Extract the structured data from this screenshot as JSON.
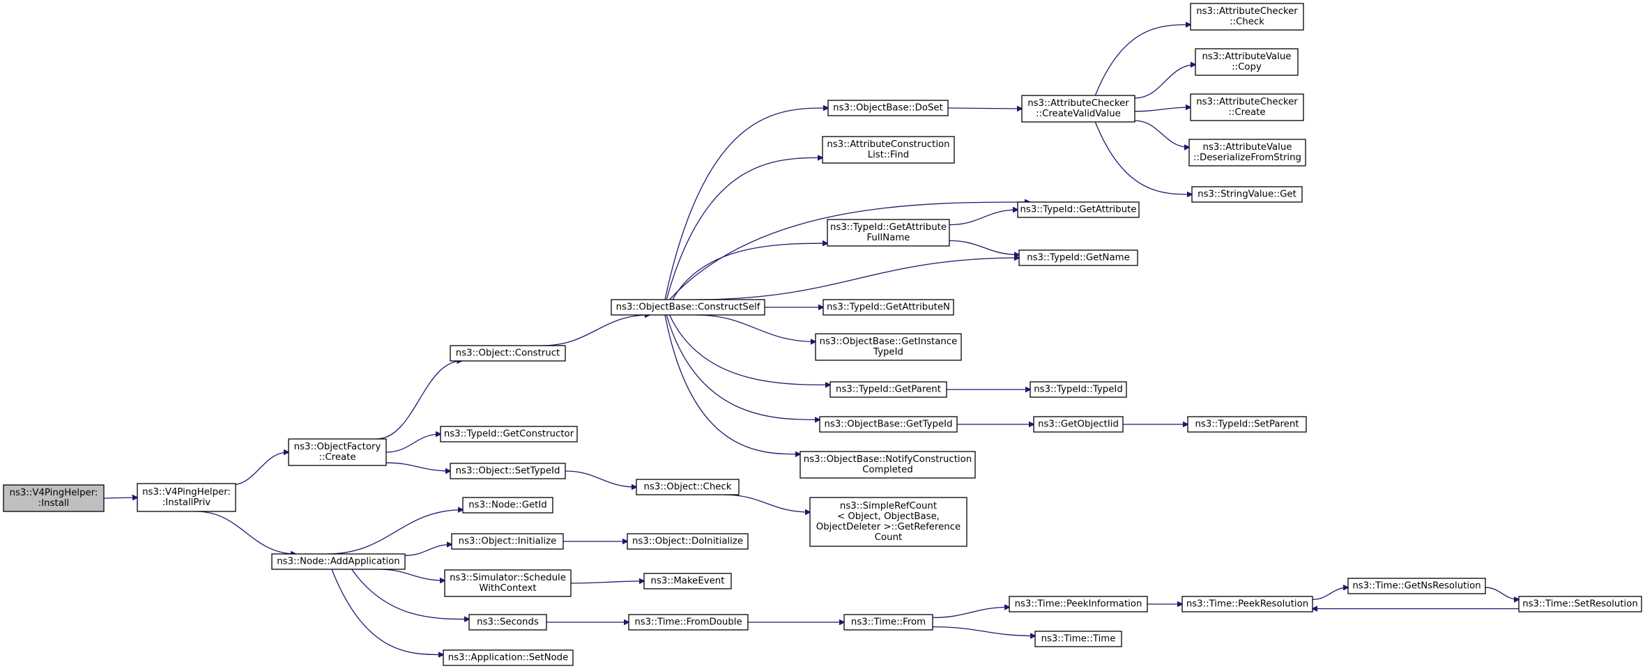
{
  "colors": {
    "edge": "#191970",
    "root_fill": "#bfbfbf",
    "node_fill": "#ffffff",
    "node_border": "#000000"
  },
  "nodes": [
    {
      "id": "v4ping_install",
      "lines": [
        "ns3::V4PingHelper:",
        ":Install"
      ],
      "root": true
    },
    {
      "id": "installpriv",
      "lines": [
        "ns3::V4PingHelper:",
        ":InstallPriv"
      ]
    },
    {
      "id": "objfactory_create",
      "lines": [
        "ns3::ObjectFactory",
        "::Create"
      ]
    },
    {
      "id": "node_addapp",
      "lines": [
        "ns3::Node::AddApplication"
      ]
    },
    {
      "id": "object_construct",
      "lines": [
        "ns3::Object::Construct"
      ]
    },
    {
      "id": "typeid_getconstructor",
      "lines": [
        "ns3::TypeId::GetConstructor"
      ]
    },
    {
      "id": "object_settypeid",
      "lines": [
        "ns3::Object::SetTypeId"
      ]
    },
    {
      "id": "node_getid",
      "lines": [
        "ns3::Node::GetId"
      ]
    },
    {
      "id": "object_initialize",
      "lines": [
        "ns3::Object::Initialize"
      ]
    },
    {
      "id": "sim_schedule",
      "lines": [
        "ns3::Simulator::Schedule",
        "WithContext"
      ]
    },
    {
      "id": "seconds",
      "lines": [
        "ns3::Seconds"
      ]
    },
    {
      "id": "app_setnode",
      "lines": [
        "ns3::Application::SetNode"
      ]
    },
    {
      "id": "constructself",
      "lines": [
        "ns3::ObjectBase::ConstructSelf"
      ]
    },
    {
      "id": "object_check",
      "lines": [
        "ns3::Object::Check"
      ]
    },
    {
      "id": "object_doinit",
      "lines": [
        "ns3::Object::DoInitialize"
      ]
    },
    {
      "id": "makeevent",
      "lines": [
        "ns3::MakeEvent"
      ]
    },
    {
      "id": "time_fromdouble",
      "lines": [
        "ns3::Time::FromDouble"
      ]
    },
    {
      "id": "objbase_doset",
      "lines": [
        "ns3::ObjectBase::DoSet"
      ]
    },
    {
      "id": "attrconst_find",
      "lines": [
        "ns3::AttributeConstruction",
        "List::Find"
      ]
    },
    {
      "id": "typeid_getattrfullname",
      "lines": [
        "ns3::TypeId::GetAttribute",
        "FullName"
      ]
    },
    {
      "id": "typeid_getattrn",
      "lines": [
        "ns3::TypeId::GetAttributeN"
      ]
    },
    {
      "id": "objbase_getinstance",
      "lines": [
        "ns3::ObjectBase::GetInstance",
        "TypeId"
      ]
    },
    {
      "id": "typeid_getparent",
      "lines": [
        "ns3::TypeId::GetParent"
      ]
    },
    {
      "id": "objbase_gettypeid",
      "lines": [
        "ns3::ObjectBase::GetTypeId"
      ]
    },
    {
      "id": "objbase_notify",
      "lines": [
        "ns3::ObjectBase::NotifyConstruction",
        "Completed"
      ]
    },
    {
      "id": "simplerefcount",
      "lines": [
        "ns3::SimpleRefCount",
        "< Object, ObjectBase,",
        " ObjectDeleter >::GetReference",
        "Count"
      ]
    },
    {
      "id": "time_from",
      "lines": [
        "ns3::Time::From"
      ]
    },
    {
      "id": "attrchecker_createvalid",
      "lines": [
        "ns3::AttributeChecker",
        "::CreateValidValue"
      ]
    },
    {
      "id": "typeid_getattribute",
      "lines": [
        "ns3::TypeId::GetAttribute"
      ]
    },
    {
      "id": "typeid_getname",
      "lines": [
        "ns3::TypeId::GetName"
      ]
    },
    {
      "id": "typeid_typeid",
      "lines": [
        "ns3::TypeId::TypeId"
      ]
    },
    {
      "id": "getobjectiid",
      "lines": [
        "ns3::GetObjectIid"
      ]
    },
    {
      "id": "time_peekinfo",
      "lines": [
        "ns3::Time::PeekInformation"
      ]
    },
    {
      "id": "time_time",
      "lines": [
        "ns3::Time::Time"
      ]
    },
    {
      "id": "attrchecker_check",
      "lines": [
        "ns3::AttributeChecker",
        "::Check"
      ]
    },
    {
      "id": "attrvalue_copy",
      "lines": [
        "ns3::AttributeValue",
        "::Copy"
      ]
    },
    {
      "id": "attrchecker_create",
      "lines": [
        "ns3::AttributeChecker",
        "::Create"
      ]
    },
    {
      "id": "attrvalue_deserialize",
      "lines": [
        "ns3::AttributeValue",
        "::DeserializeFromString"
      ]
    },
    {
      "id": "stringvalue_get",
      "lines": [
        "ns3::StringValue::Get"
      ]
    },
    {
      "id": "typeid_setparent",
      "lines": [
        "ns3::TypeId::SetParent"
      ]
    },
    {
      "id": "time_peekres",
      "lines": [
        "ns3::Time::PeekResolution"
      ]
    },
    {
      "id": "time_getnsres",
      "lines": [
        "ns3::Time::GetNsResolution"
      ]
    },
    {
      "id": "time_setres",
      "lines": [
        "ns3::Time::SetResolution"
      ]
    }
  ],
  "edges": [
    {
      "from": "v4ping_install",
      "to": "installpriv"
    },
    {
      "from": "installpriv",
      "to": "objfactory_create"
    },
    {
      "from": "installpriv",
      "to": "node_addapp"
    },
    {
      "from": "objfactory_create",
      "to": "object_construct"
    },
    {
      "from": "objfactory_create",
      "to": "typeid_getconstructor"
    },
    {
      "from": "objfactory_create",
      "to": "object_settypeid"
    },
    {
      "from": "object_construct",
      "to": "constructself"
    },
    {
      "from": "object_settypeid",
      "to": "object_check"
    },
    {
      "from": "object_check",
      "to": "simplerefcount"
    },
    {
      "from": "node_addapp",
      "to": "node_getid"
    },
    {
      "from": "node_addapp",
      "to": "object_initialize"
    },
    {
      "from": "node_addapp",
      "to": "sim_schedule"
    },
    {
      "from": "node_addapp",
      "to": "seconds"
    },
    {
      "from": "node_addapp",
      "to": "app_setnode"
    },
    {
      "from": "object_initialize",
      "to": "object_doinit"
    },
    {
      "from": "sim_schedule",
      "to": "makeevent"
    },
    {
      "from": "seconds",
      "to": "time_fromdouble"
    },
    {
      "from": "time_fromdouble",
      "to": "time_from"
    },
    {
      "from": "time_from",
      "to": "time_peekinfo"
    },
    {
      "from": "time_from",
      "to": "time_time"
    },
    {
      "from": "time_peekinfo",
      "to": "time_peekres"
    },
    {
      "from": "time_peekres",
      "to": "time_getnsres"
    },
    {
      "from": "time_getnsres",
      "to": "time_setres"
    },
    {
      "from": "time_setres",
      "to": "time_peekres"
    },
    {
      "from": "constructself",
      "to": "objbase_doset"
    },
    {
      "from": "constructself",
      "to": "attrconst_find"
    },
    {
      "from": "constructself",
      "to": "typeid_getattribute"
    },
    {
      "from": "constructself",
      "to": "typeid_getattrfullname"
    },
    {
      "from": "constructself",
      "to": "typeid_getname"
    },
    {
      "from": "constructself",
      "to": "typeid_getattrn"
    },
    {
      "from": "constructself",
      "to": "objbase_getinstance"
    },
    {
      "from": "constructself",
      "to": "typeid_getparent"
    },
    {
      "from": "constructself",
      "to": "objbase_gettypeid"
    },
    {
      "from": "constructself",
      "to": "objbase_notify"
    },
    {
      "from": "objbase_doset",
      "to": "attrchecker_createvalid"
    },
    {
      "from": "attrchecker_createvalid",
      "to": "attrchecker_check"
    },
    {
      "from": "attrchecker_createvalid",
      "to": "attrvalue_copy"
    },
    {
      "from": "attrchecker_createvalid",
      "to": "attrchecker_create"
    },
    {
      "from": "attrchecker_createvalid",
      "to": "attrvalue_deserialize"
    },
    {
      "from": "attrchecker_createvalid",
      "to": "stringvalue_get"
    },
    {
      "from": "typeid_getattrfullname",
      "to": "typeid_getattribute"
    },
    {
      "from": "typeid_getattrfullname",
      "to": "typeid_getname"
    },
    {
      "from": "typeid_getparent",
      "to": "typeid_typeid"
    },
    {
      "from": "objbase_gettypeid",
      "to": "getobjectiid"
    },
    {
      "from": "getobjectiid",
      "to": "typeid_setparent"
    }
  ]
}
